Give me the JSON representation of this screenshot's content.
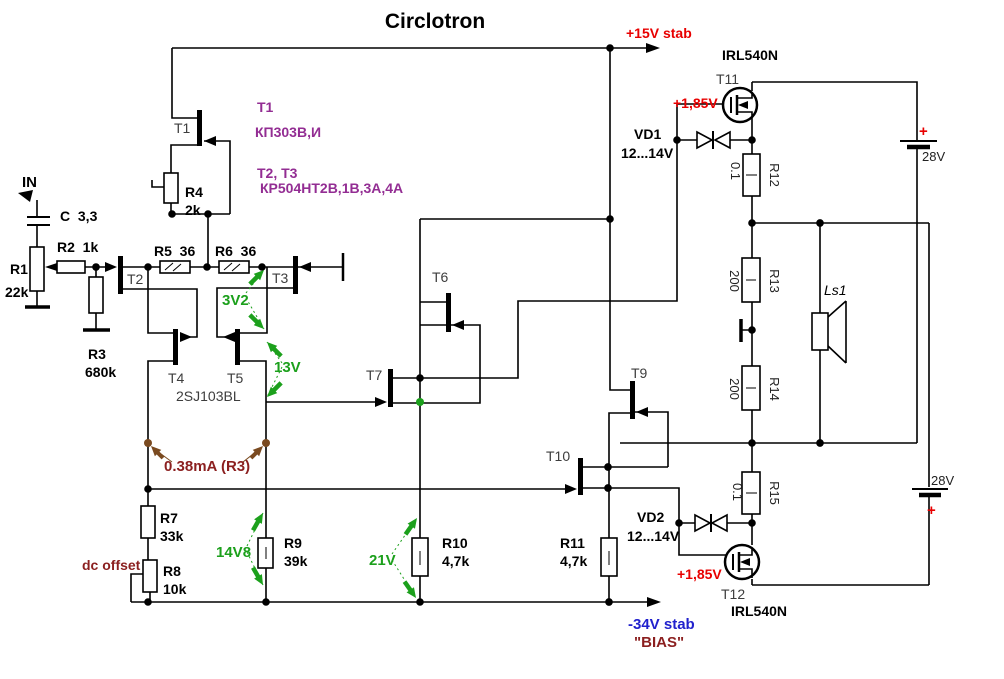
{
  "title": "Circlotron",
  "power": {
    "vplus": "+15V stab",
    "vminus": "-34V stab",
    "bias": "\"BIAS\"",
    "battery_top": {
      "voltage": "28V",
      "polarity": "+"
    },
    "battery_bottom": {
      "voltage": "28V",
      "polarity": "+"
    }
  },
  "input": {
    "label": "IN",
    "cap": "C  3,3",
    "dc_offset": "dc offset"
  },
  "transistors": {
    "t1": "T1",
    "t2": "T2",
    "t3": "T3",
    "t4": "T4",
    "t5": "T5",
    "t6": "T6",
    "t7": "T7",
    "t9": "T9",
    "t10": "T10",
    "t11": "T11",
    "t12": "T12"
  },
  "annotations": {
    "t1_name": "T1",
    "t1_type": "КП303В,И",
    "t23_name": "T2, T3",
    "t23_type": "КР504НТ2В,1В,3А,4А",
    "t45_type": "2SJ103BL",
    "mosfet_top": "IRL540N",
    "mosfet_bottom": "IRL540N",
    "current": "0.38mA (R3)"
  },
  "voltages": {
    "v3v2": "3V2",
    "v13": "13V",
    "v14v8": "14V8",
    "v21": "21V",
    "gate_top": "+1,85V",
    "gate_bottom": "+1,85V"
  },
  "diodes": {
    "vd1": {
      "name": "VD1",
      "value": "12...14V"
    },
    "vd2": {
      "name": "VD2",
      "value": "12...14V"
    }
  },
  "resistors": {
    "r1": {
      "name": "R1",
      "value": "22k"
    },
    "r2": {
      "label": "R2  1k"
    },
    "r3": {
      "name": "R3",
      "value": "680k"
    },
    "r4": {
      "name": "R4",
      "value": "2k"
    },
    "r5": {
      "label": "R5  36"
    },
    "r6": {
      "label": "R6  36"
    },
    "r7": {
      "name": "R7",
      "value": "33k"
    },
    "r8": {
      "name": "R8",
      "value": "10k"
    },
    "r9": {
      "name": "R9",
      "value": "39k"
    },
    "r10": {
      "name": "R10",
      "value": "4,7k"
    },
    "r11": {
      "name": "R11",
      "value": "4,7k"
    },
    "r12": {
      "name": "R12",
      "value": "0.1"
    },
    "r13": {
      "name": "R13",
      "value": "200"
    },
    "r14": {
      "name": "R14",
      "value": "200"
    },
    "r15": {
      "name": "R15",
      "value": "0.1"
    }
  },
  "speaker": {
    "name": "Ls1"
  },
  "colors": {
    "supply_red": "#e80000",
    "dark_red": "#8b1f1f",
    "blue": "#2121cd",
    "green": "#1ca01c",
    "purple": "#932d93",
    "brown": "#7a4a20"
  }
}
